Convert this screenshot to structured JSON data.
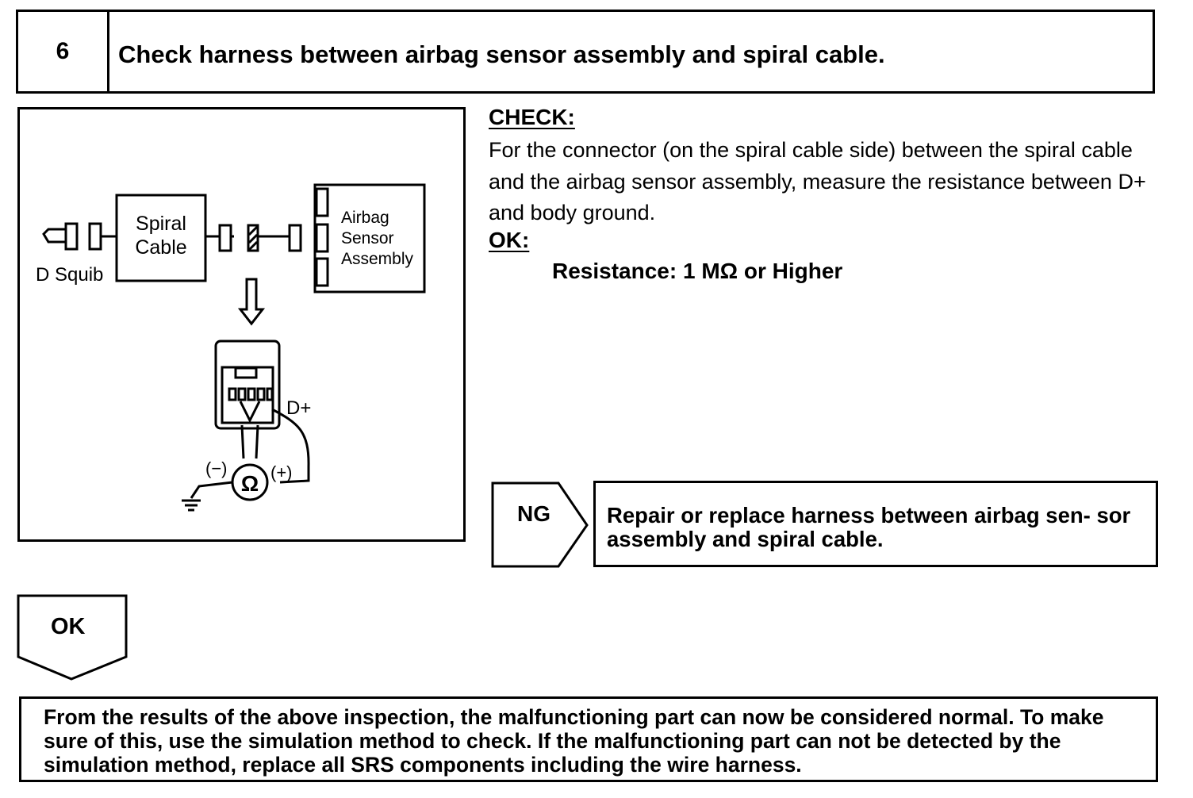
{
  "step": {
    "number": "6",
    "title": "Check harness between airbag sensor assembly and spiral cable."
  },
  "diagram": {
    "spiral_cable_line1": "Spiral",
    "spiral_cable_line2": "Cable",
    "airbag_line1": "Airbag",
    "airbag_line2": "Sensor",
    "airbag_line3": "Assembly",
    "d_squib": "D Squib",
    "d_plus": "D+",
    "minus": "(−)",
    "plus": "(+)",
    "ohm": "Ω"
  },
  "check": {
    "heading": "CHECK:",
    "body": "For the connector (on the spiral cable side) between the spiral cable and the airbag sensor assembly, measure the resistance between D+ and body ground."
  },
  "ok": {
    "heading": "OK:",
    "value": "Resistance: 1 MΩ or Higher"
  },
  "ng_branch": {
    "label": "NG",
    "result": "Repair or replace harness between airbag sen- sor assembly and spiral cable."
  },
  "ok_branch": {
    "label": "OK"
  },
  "conclusion": "From the results of the above inspection, the malfunctioning part can now be considered normal. To make sure of this, use the simulation method to check. If the malfunctioning part can not be detected by the simulation method, replace all SRS components including the wire harness."
}
